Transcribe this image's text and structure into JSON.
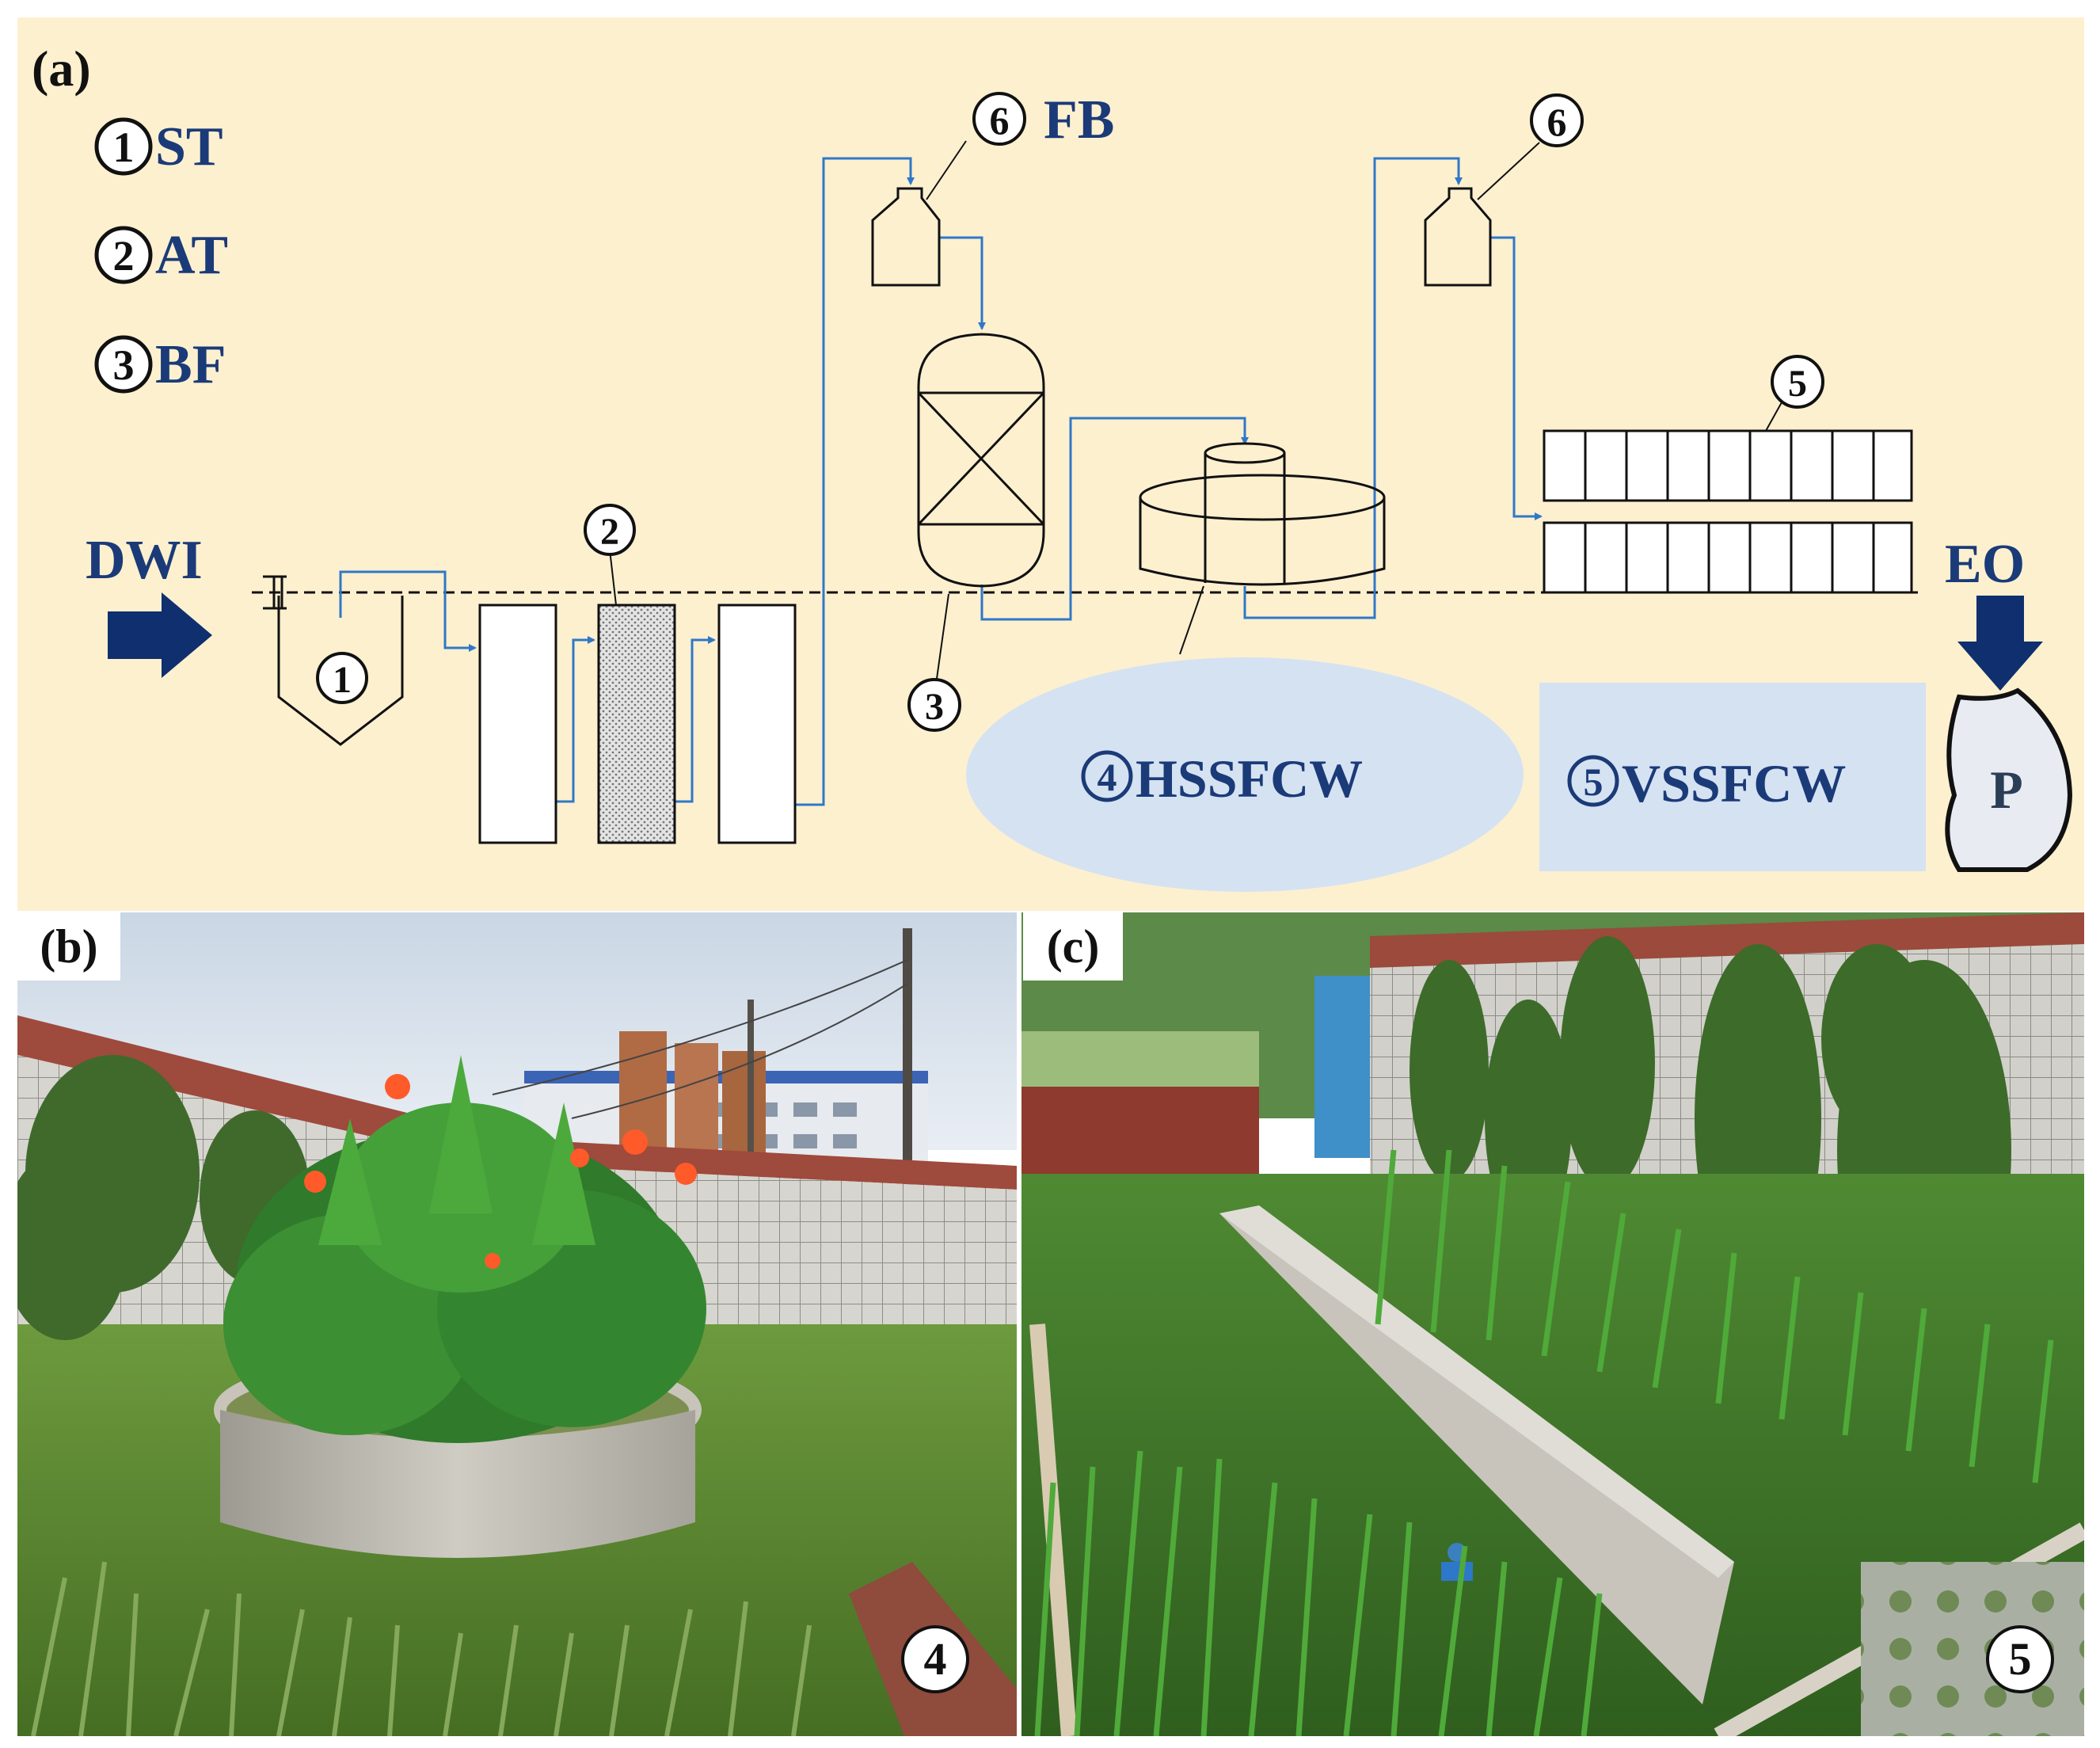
{
  "panel_a": {
    "tag": "(a)",
    "legend": [
      {
        "num": "1",
        "label": "ST"
      },
      {
        "num": "2",
        "label": "AT"
      },
      {
        "num": "3",
        "label": "BF"
      }
    ],
    "inlet_label": "DWI",
    "outlet_label": "EO",
    "fb_num": "6",
    "fb_label": "FB",
    "fb2_num": "6",
    "callouts": {
      "c1": "1",
      "c2": "2",
      "c3": "3",
      "c5": "5"
    },
    "hssfcw_num": "4",
    "hssfcw_label": "HSSFCW",
    "vssfcw_num": "5",
    "vssfcw_label": "VSSFCW",
    "pond_label": "P"
  },
  "panel_b": {
    "tag": "(b)",
    "badge": "4"
  },
  "panel_c": {
    "tag": "(c)",
    "badge": "5"
  },
  "colors": {
    "background": "#fdf0cf",
    "flow_line": "#2f78c8",
    "text_blue": "#1b3a78",
    "arrow_navy": "#0f2f6e",
    "cw_fill": "#d5e2f2"
  }
}
